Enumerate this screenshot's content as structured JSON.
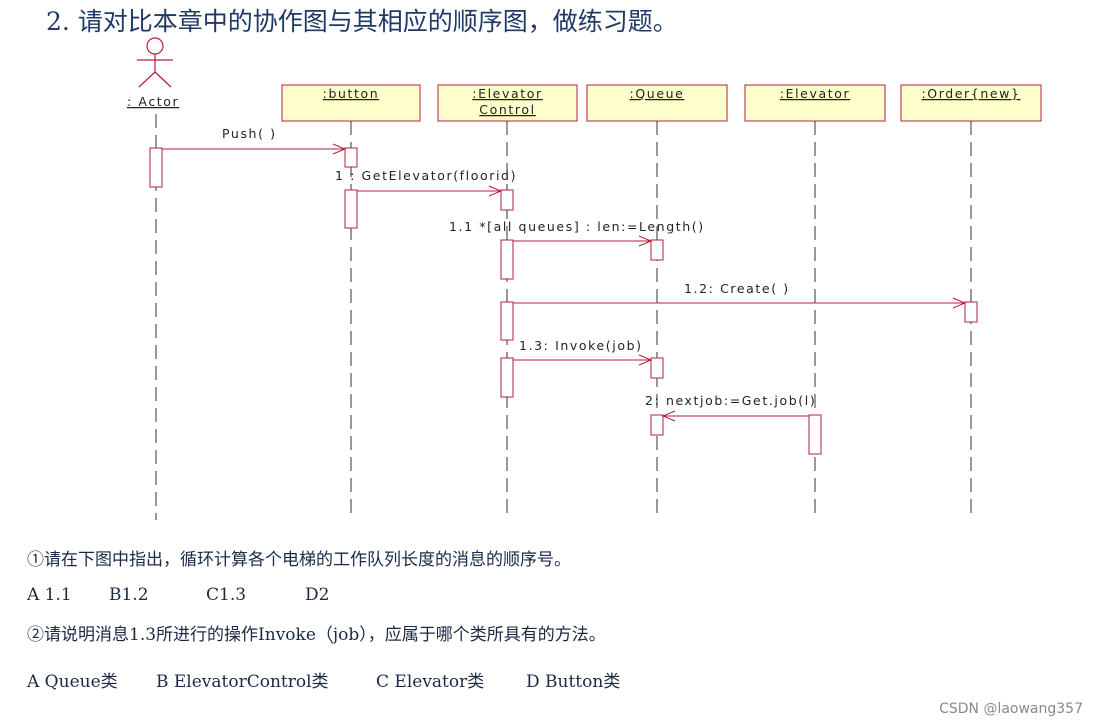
{
  "title": "2. 请对比本章中的协作图与其相应的顺序图，做练习题。",
  "diagram": {
    "actor_label": ": Actor",
    "objects": [
      {
        "id": "button",
        "label": [
          ":button"
        ]
      },
      {
        "id": "elevatorcontrol",
        "label": [
          ":Elevator",
          "Control"
        ]
      },
      {
        "id": "queue",
        "label": [
          ":Queue"
        ]
      },
      {
        "id": "elevator",
        "label": [
          ":Elevator"
        ]
      },
      {
        "id": "order",
        "label": [
          ":Order{new}"
        ]
      }
    ],
    "messages": [
      {
        "from": "actor",
        "to": "button",
        "label": "Push( )"
      },
      {
        "from": "button",
        "to": "elevatorcontrol",
        "label": "1 : GetElevator(floorid)"
      },
      {
        "from": "elevatorcontrol",
        "to": "queue",
        "label": "1.1 *[all queues] : len:=Length()"
      },
      {
        "from": "elevatorcontrol",
        "to": "order",
        "label": "1.2: Create( )"
      },
      {
        "from": "elevatorcontrol",
        "to": "queue",
        "label": "1.3: Invoke(job)"
      },
      {
        "from": "elevator",
        "to": "queue",
        "label": "2: nextjob:=Get.job(l)"
      }
    ]
  },
  "question1": {
    "text": "①请在下图中指出，循环计算各个电梯的工作队列长度的消息的顺序号。",
    "options": [
      "A 1.1",
      "B1.2",
      "C1.3",
      "D2"
    ]
  },
  "question2": {
    "text": "②请说明消息1.3所进行的操作Invoke（job），应属于哪个类所具有的方法。",
    "options": [
      "A  Queue类",
      "B ElevatorControl类",
      "C Elevator类",
      "D Button类"
    ]
  },
  "watermark": "CSDN @laowang357",
  "colors": {
    "box_fill": "#ffffcc",
    "box_stroke": "#b0203c",
    "line": "#333333"
  }
}
